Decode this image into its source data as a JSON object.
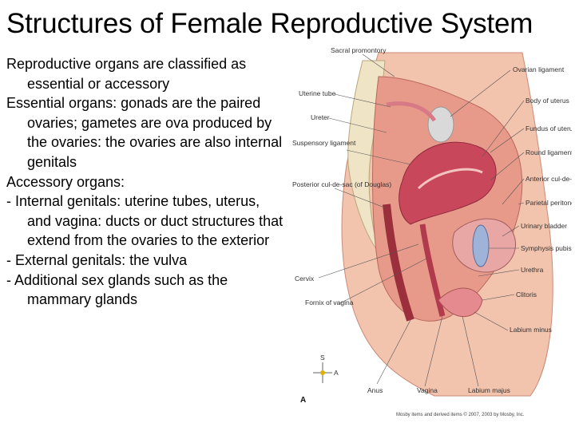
{
  "slide": {
    "title": "Structures of Female Reproductive System",
    "paragraphs": [
      "Reproductive organs are classified as essential or accessory",
      "Essential organs: gonads are the paired ovaries; gametes are ova produced by the ovaries: the ovaries are also internal genitals",
      "Accessory organs:",
      "- Internal genitals: uterine tubes, uterus, and vagina: ducts or duct structures that extend from the ovaries to the exterior",
      "- External genitals: the vulva",
      "- Additional sex glands such as the mammary glands"
    ]
  },
  "figure": {
    "labels_left": [
      "Sacral promontory",
      "Uterine tube",
      "Ureter",
      "Suspensory ligament",
      "Posterior cul-de-sac (of Douglas)",
      "Cervix",
      "Fornix of vagina"
    ],
    "labels_right": [
      "Ovarian ligament",
      "Body of uterus",
      "Fundus of uterus",
      "Round ligament",
      "Anterior cul-de-sac",
      "Parietal peritoneum",
      "Urinary bladder",
      "Symphysis pubis",
      "Urethra",
      "Clitoris",
      "Labium minus"
    ],
    "labels_bottom": [
      "Anus",
      "Vagina",
      "Labium majus"
    ],
    "panel_letter": "A",
    "compass": {
      "top": "S",
      "right": "A"
    },
    "credit": "Mosby items and derived items © 2007, 2003 by Mosby, Inc."
  },
  "colors": {
    "tissue": "#e79a8a",
    "muscle": "#c8475a",
    "skin": "#f2c3ad",
    "bone": "#efe4c6",
    "ovary": "#d9d9d9",
    "bladder": "#9fb3d9"
  }
}
